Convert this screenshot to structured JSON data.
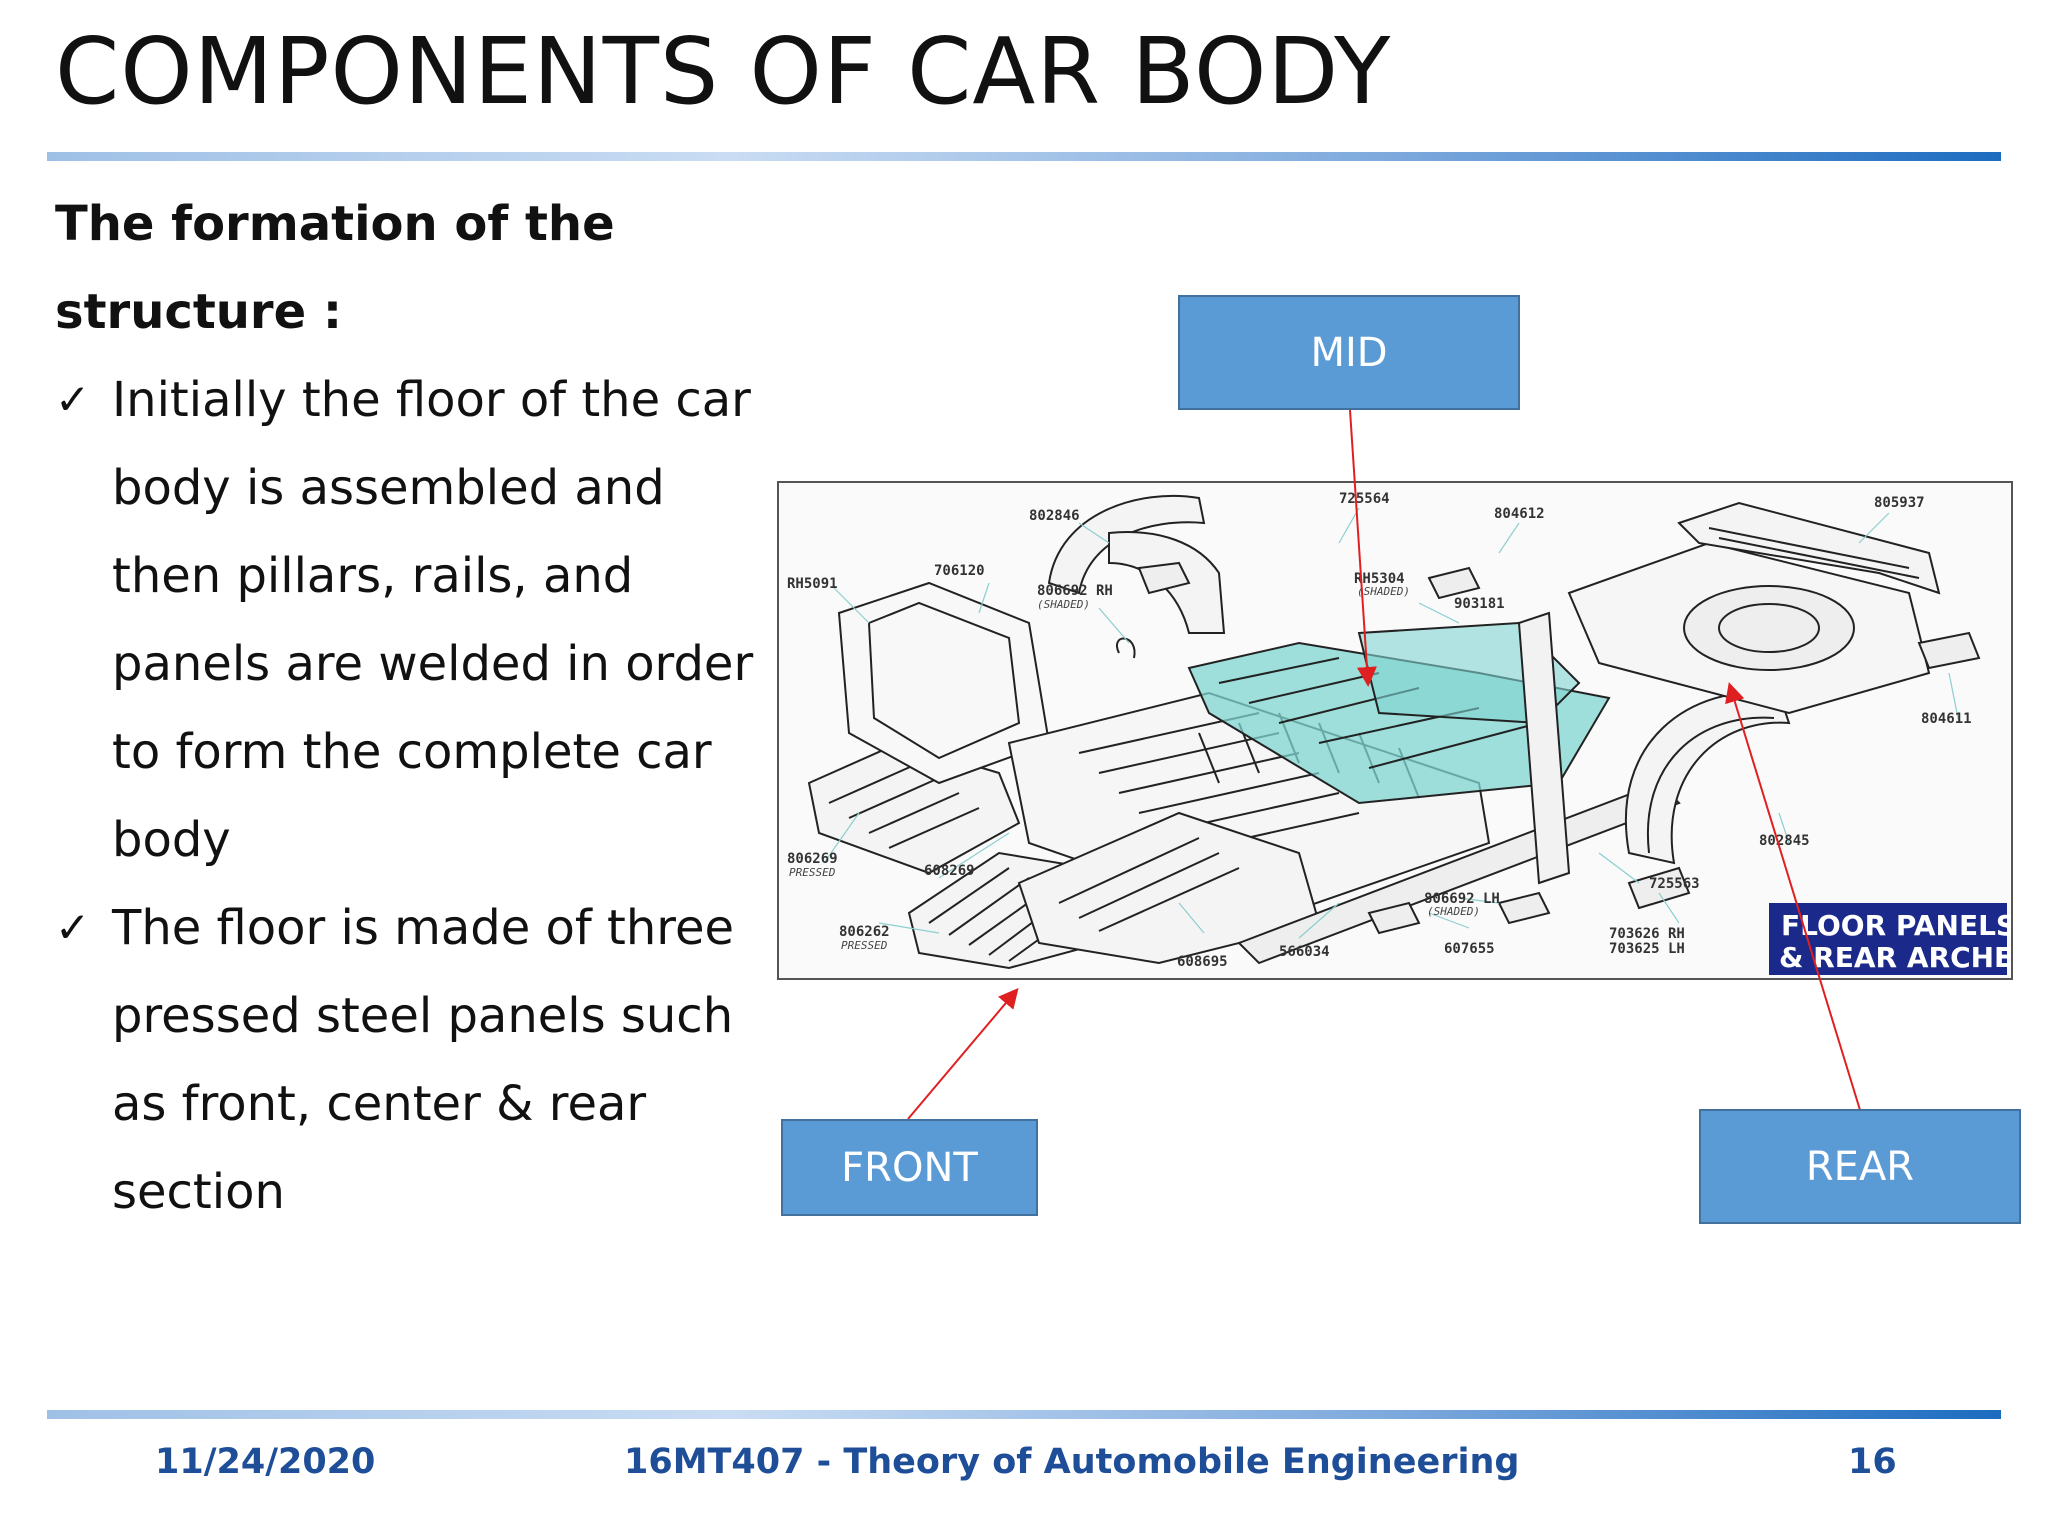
{
  "slide": {
    "title": "COMPONENTS OF CAR BODY",
    "heading_line1": "The formation of the",
    "heading_line2": "structure :",
    "check_glyph": "✓",
    "bullets": [
      {
        "lines": [
          "Initially the floor of the car",
          "body is assembled and",
          "then pillars, rails, and",
          "panels are welded in order",
          "to form the complete car",
          "body"
        ]
      },
      {
        "lines": [
          "The floor is made of three",
          "pressed steel panels such",
          "as front, center & rear",
          "section"
        ]
      }
    ]
  },
  "callouts": {
    "mid": "MID",
    "front": "FRONT",
    "rear": "REAR"
  },
  "diagram": {
    "part_numbers": [
      "802846",
      "725564",
      "804612",
      "805937",
      "RH5091",
      "706120",
      "806692 RH",
      "RH5304",
      "903181",
      "804611",
      "806269",
      "608269",
      "806262",
      "608695",
      "566034",
      "806692 LH",
      "607655",
      "725563",
      "802845",
      "703626 RH",
      "703625 LH"
    ],
    "sub_labels": [
      "(SHADED)",
      "(SHADED)",
      "PRESSED",
      "PRESSED",
      "(SHADED)"
    ],
    "logo_line1": "FLOOR PANELS",
    "logo_line2": "& REAR ARCHES"
  },
  "footer": {
    "date": "11/24/2020",
    "course": "16MT407 - Theory of Automobile Engineering",
    "page": "16"
  },
  "colors": {
    "accent_blue": "#1f4e99",
    "callout_fill": "#5b9bd5",
    "arrow_red": "#e02020",
    "shaded_panel": "#7fd4d0",
    "logo_bg": "#1b2a8a"
  }
}
